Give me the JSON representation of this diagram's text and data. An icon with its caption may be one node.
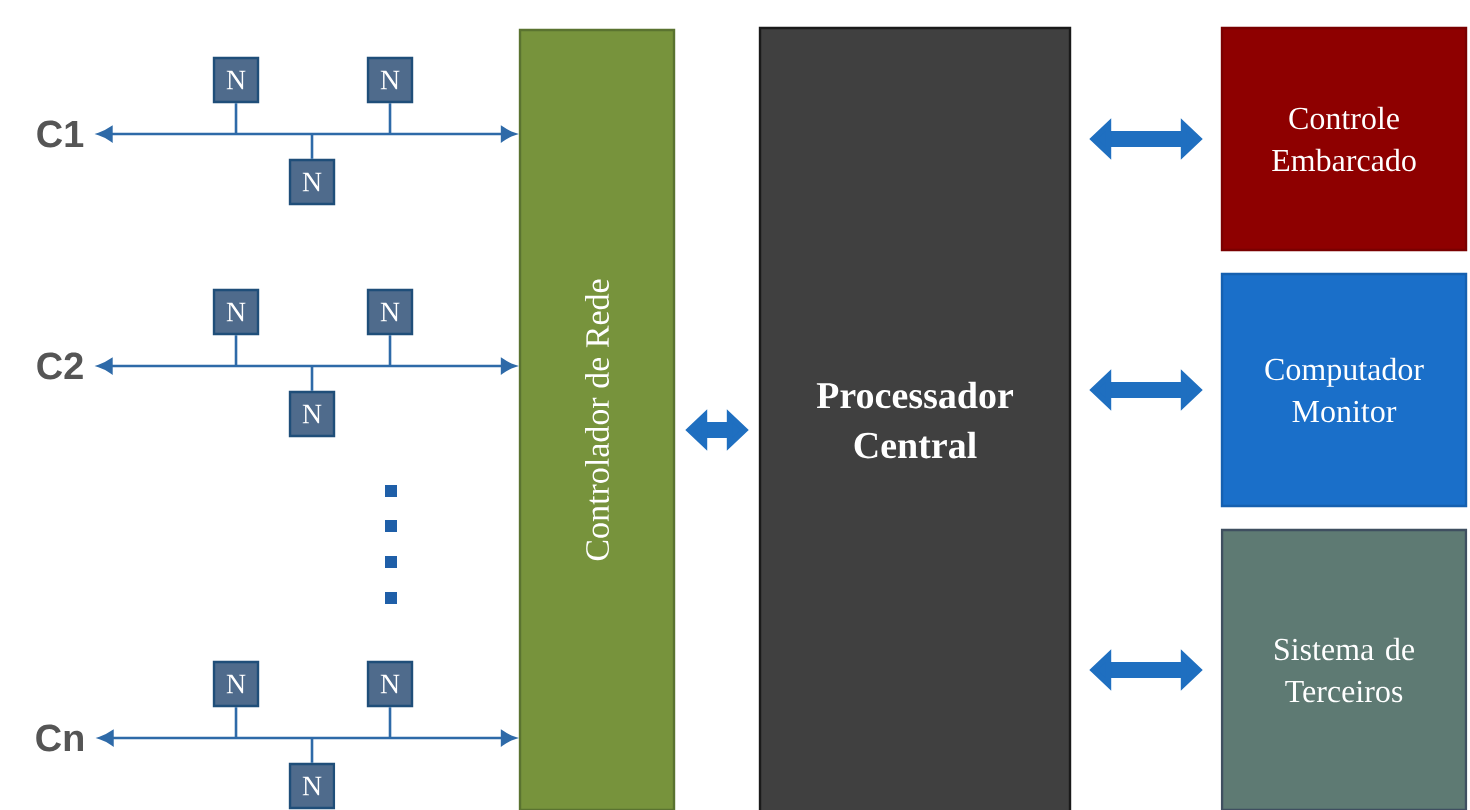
{
  "diagram": {
    "nodes": [
      {
        "text": [
          "C1"
        ]
      },
      {
        "text": [
          "N"
        ]
      },
      {
        "text": [
          "N"
        ]
      },
      {
        "text": [
          "N"
        ]
      },
      {
        "text": [
          "C2"
        ]
      },
      {
        "text": [
          "N"
        ]
      },
      {
        "text": [
          "N"
        ]
      },
      {
        "text": [
          "N"
        ]
      },
      {
        "text": [
          "Cn"
        ]
      },
      {
        "text": [
          "N"
        ]
      },
      {
        "text": [
          "N"
        ]
      },
      {
        "text": [
          "N"
        ]
      },
      {
        "text": [
          "Controlador de Rede"
        ]
      },
      {
        "text": [
          "Processador Central"
        ]
      },
      {
        "text": [
          "Controle Embarcado"
        ]
      },
      {
        "text": [
          "Computador Monitor"
        ]
      },
      {
        "text": [
          "Sistema de Terceiros"
        ]
      }
    ],
    "edges": [
      {
        "from": 0,
        "to": 12,
        "arrow": "both"
      },
      {
        "from": 4,
        "to": 12,
        "arrow": "both"
      },
      {
        "from": 8,
        "to": 12,
        "arrow": "both"
      },
      {
        "from": 1,
        "to": 12,
        "arrow": "to"
      },
      {
        "from": 2,
        "to": 12,
        "arrow": "to"
      },
      {
        "from": 3,
        "to": 12,
        "arrow": "to"
      },
      {
        "from": 5,
        "to": 12,
        "arrow": "to"
      },
      {
        "from": 6,
        "to": 12,
        "arrow": "to"
      },
      {
        "from": 7,
        "to": 12,
        "arrow": "to"
      },
      {
        "from": 9,
        "to": 12,
        "arrow": "to"
      },
      {
        "from": 10,
        "to": 12,
        "arrow": "to"
      },
      {
        "from": 11,
        "to": 12,
        "arrow": "to"
      },
      {
        "from": 12,
        "to": 13,
        "arrow": "both",
        "style": "thick"
      },
      {
        "from": 13,
        "to": 14,
        "arrow": "both",
        "style": "thick"
      },
      {
        "from": 13,
        "to": 15,
        "arrow": "both",
        "style": "thick"
      },
      {
        "from": 13,
        "to": 16,
        "arrow": "both",
        "style": "thick"
      }
    ]
  }
}
